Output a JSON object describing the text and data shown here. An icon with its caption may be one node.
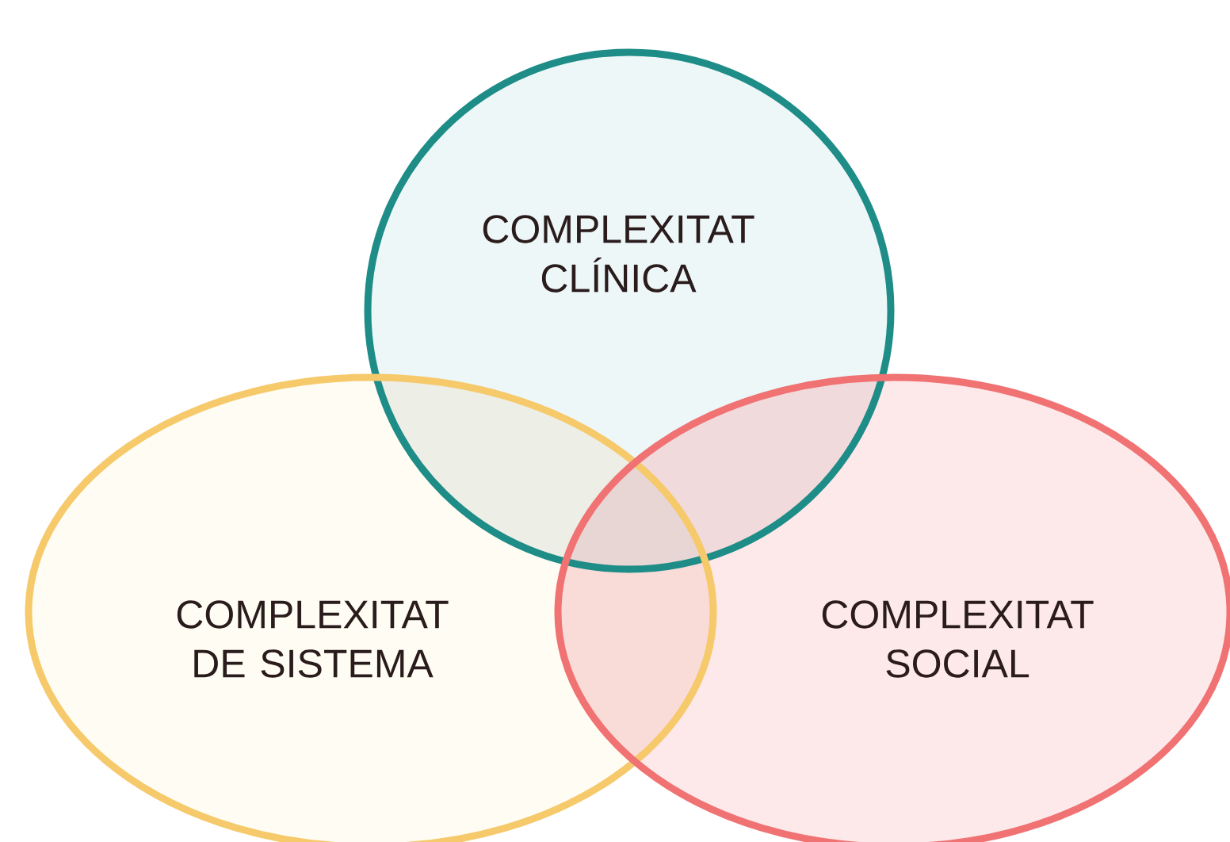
{
  "diagram": {
    "nodes": [
      {
        "text": [
          "COMPLEXITAT CLÍNICA"
        ]
      },
      {
        "text": [
          "COMPLEXITAT DE SISTEMA"
        ]
      },
      {
        "text": [
          "COMPLEXITAT SOCIAL"
        ]
      }
    ]
  }
}
